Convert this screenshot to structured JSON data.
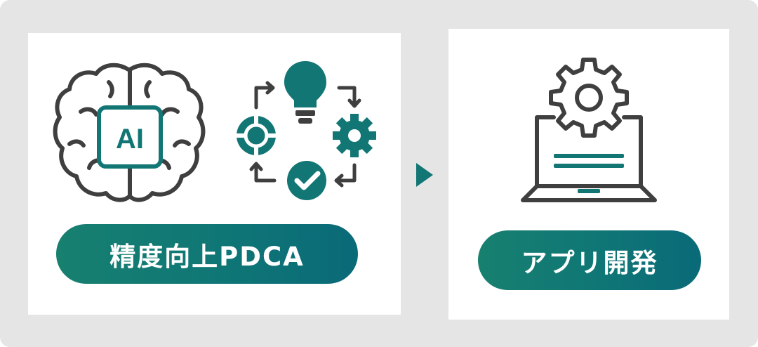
{
  "left_panel": {
    "brain_chip_text": "AI",
    "label": "精度向上PDCA"
  },
  "right_panel": {
    "label": "アプリ開発"
  },
  "colors": {
    "frame_background": "#e5e5e5",
    "teal_accent": "#127675",
    "icon_stroke": "#3f3f3f",
    "pill_gradient_start": "#17806f",
    "pill_gradient_end": "#0a6a78"
  },
  "icons": [
    "brain-icon",
    "ai-chip-icon",
    "lightbulb-icon",
    "gear-icon",
    "check-circle-icon",
    "target-icon",
    "cycle-arrows-icon",
    "process-arrow-icon",
    "laptop-icon",
    "laptop-gear-icon"
  ]
}
